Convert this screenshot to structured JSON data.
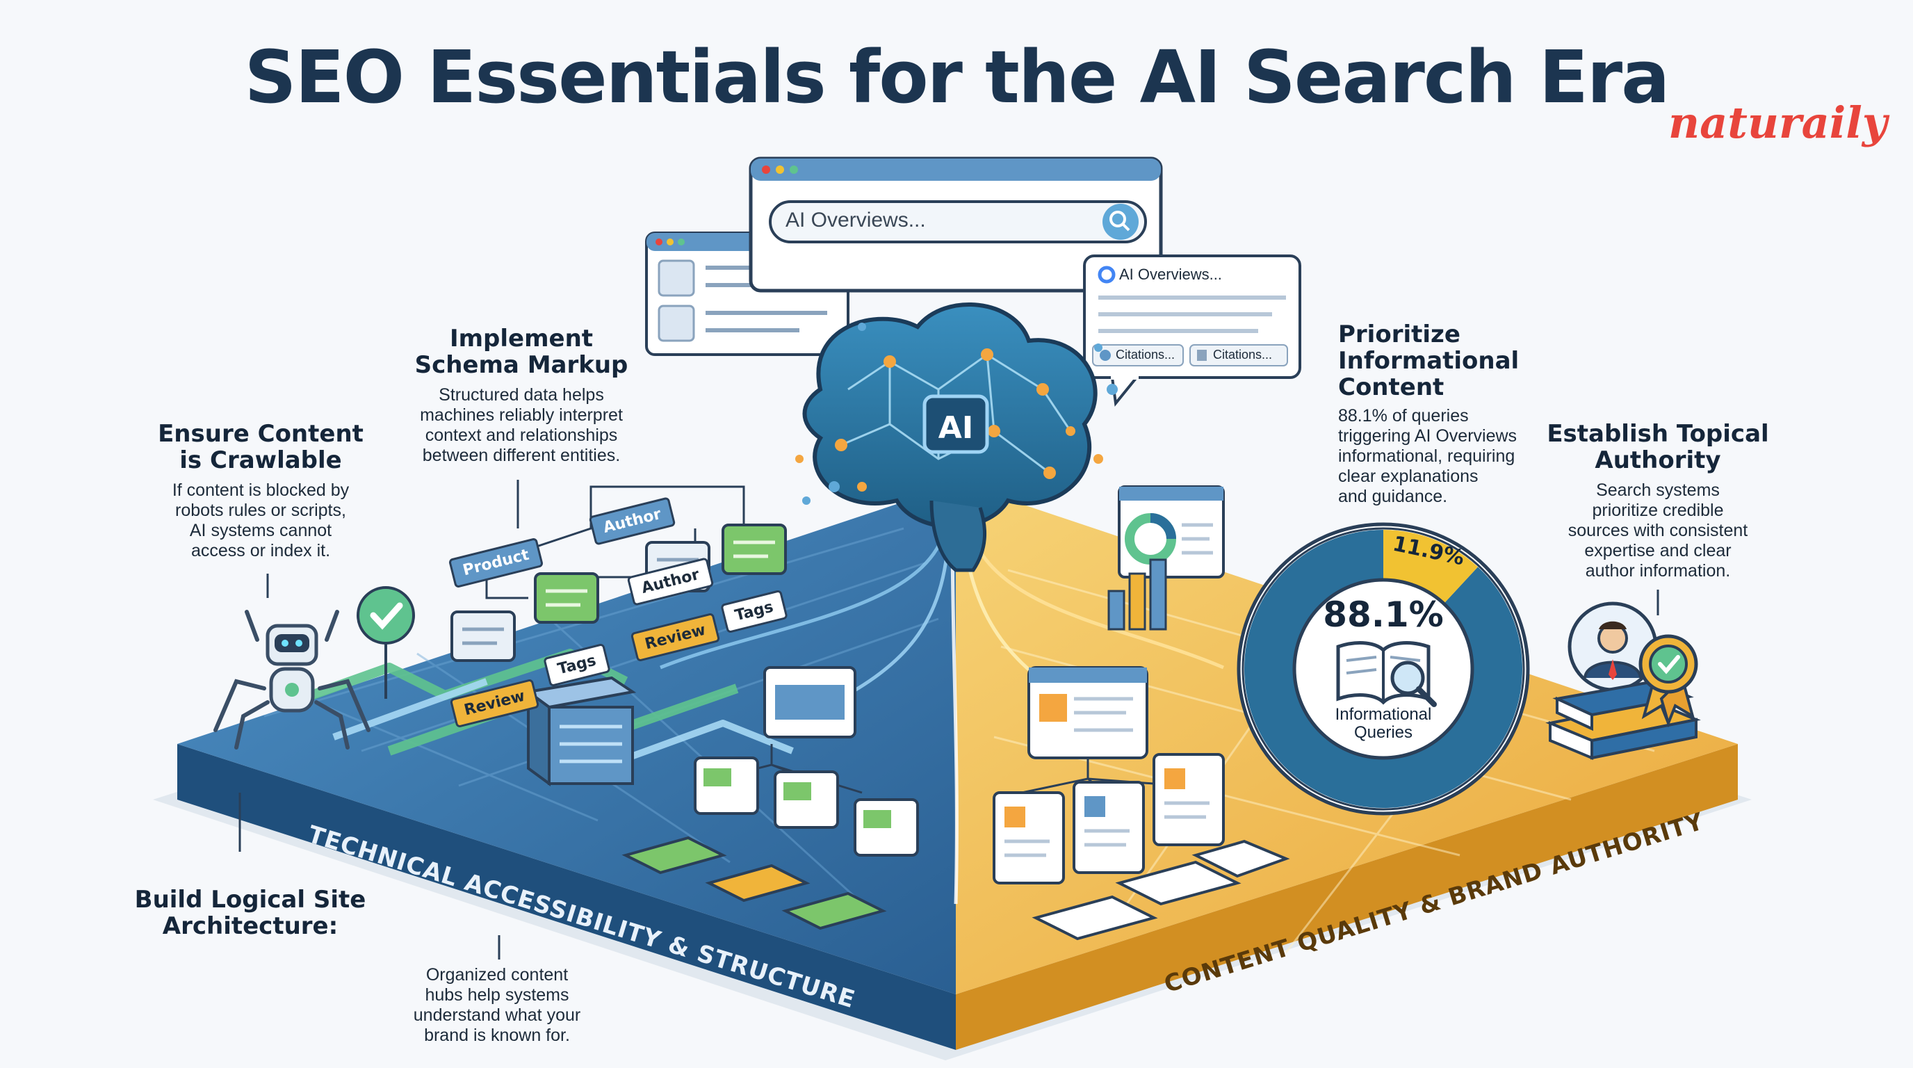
{
  "title": "SEO Essentials for the AI Search Era",
  "brand": "naturaily",
  "search_bar": {
    "placeholder": "AI Overviews..."
  },
  "ai_badge": "AI",
  "overview_card": {
    "title": "AI Overviews...",
    "citation_1": "Citations...",
    "citation_2": "Citations..."
  },
  "sections": {
    "crawlable": {
      "heading_1": "Ensure Content",
      "heading_2": "is Crawlable",
      "lines": [
        "If content is blocked by",
        "robots rules or scripts,",
        "AI systems cannot",
        "access or index it."
      ]
    },
    "schema": {
      "heading_1": "Implement",
      "heading_2": "Schema Markup",
      "lines": [
        "Structured data helps",
        "machines reliably interpret",
        "context and relationships",
        "between different entities."
      ]
    },
    "architecture": {
      "heading_1": "Build Logical Site",
      "heading_2": "Architecture:",
      "lines": [
        "Organized content",
        "hubs help systems",
        "understand what your",
        "brand is known for."
      ]
    },
    "informational": {
      "heading_1": "Prioritize",
      "heading_2": "Informational",
      "heading_3": "Content",
      "lines": [
        "88.1% of queries",
        "triggering AI Overviews",
        "informational, requiring",
        "clear explanations",
        "and guidance."
      ]
    },
    "authority": {
      "heading_1": "Establish Topical",
      "heading_2": "Authority",
      "lines": [
        "Search systems",
        "prioritize credible",
        "sources with consistent",
        "expertise and clear",
        "author information."
      ]
    }
  },
  "schema_tags": {
    "product": "Product",
    "author_1": "Author",
    "author_2": "Author",
    "review_1": "Review",
    "review_2": "Review",
    "tags_1": "Tags",
    "tags_2": "Tags"
  },
  "donut": {
    "major_pct": 88.1,
    "minor_pct": 11.9,
    "major_label": "88.1%",
    "minor_label": "11.9%",
    "caption_1": "Informational",
    "caption_2": "Queries",
    "color_major": "#2a6f9a",
    "color_minor": "#f1c232"
  },
  "platform_labels": {
    "left": "TECHNICAL ACCESSIBILITY & STRUCTURE",
    "right": "CONTENT QUALITY & BRAND AUTHORITY"
  },
  "colors": {
    "left_base": "#2f6ea6",
    "right_base": "#f0b43a",
    "title": "#1c3550",
    "brand": "#e8453c"
  },
  "icons": [
    "robot-spider-icon",
    "checkmark-pin-icon",
    "brain-network-icon",
    "search-icon",
    "google-g-icon",
    "open-book-magnifier-icon",
    "author-avatar-icon",
    "award-badge-icon",
    "server-icon",
    "bar-chart-icon"
  ]
}
